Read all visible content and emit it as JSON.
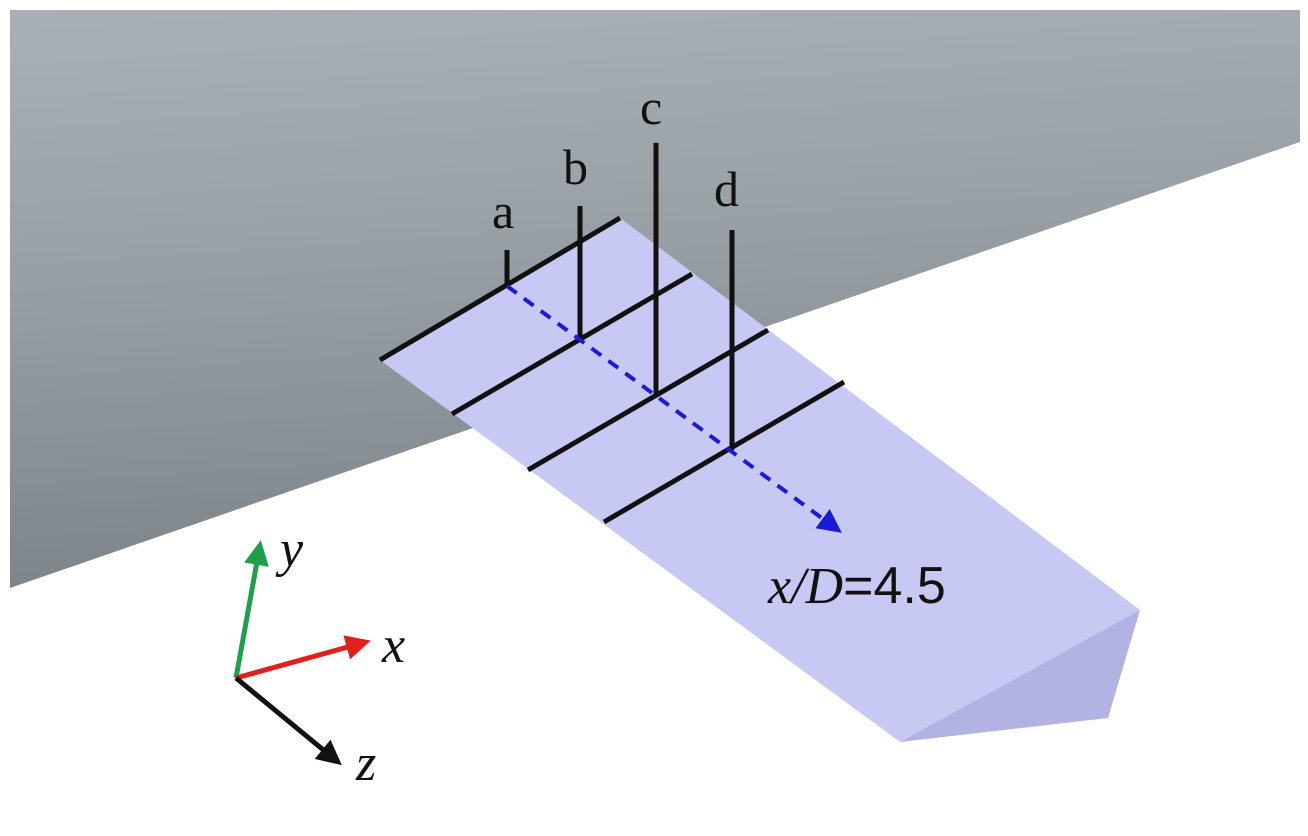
{
  "stations": [
    {
      "label": "a"
    },
    {
      "label": "b"
    },
    {
      "label": "c"
    },
    {
      "label": "d"
    }
  ],
  "annotation": {
    "var_part": "x/D",
    "value_part": "=4.5"
  },
  "axes": {
    "x_label": "x",
    "y_label": "y",
    "z_label": "z"
  },
  "colors": {
    "cylinder": "#9aa2a8",
    "plane": "#c8c8f4",
    "plane_end": "#b5b5e6",
    "dashed_arrow": "#1a1adb",
    "x_axis": "#e0201c",
    "y_axis": "#1ea04a",
    "z_axis": "#111111"
  }
}
